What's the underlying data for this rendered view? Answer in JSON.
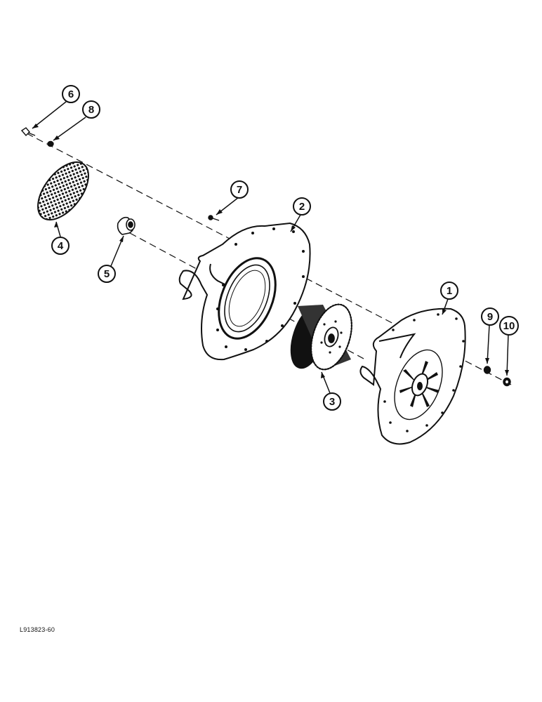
{
  "figure": {
    "reference": "L913823-60"
  },
  "callouts": [
    {
      "id": "callout-1",
      "label": "1"
    },
    {
      "id": "callout-2",
      "label": "2"
    },
    {
      "id": "callout-3",
      "label": "3"
    },
    {
      "id": "callout-4",
      "label": "4"
    },
    {
      "id": "callout-5",
      "label": "5"
    },
    {
      "id": "callout-6",
      "label": "6"
    },
    {
      "id": "callout-7",
      "label": "7"
    },
    {
      "id": "callout-8",
      "label": "8"
    },
    {
      "id": "callout-9",
      "label": "9"
    },
    {
      "id": "callout-10",
      "label": "10"
    }
  ],
  "colors": {
    "ink": "#111111",
    "paper": "#ffffff"
  }
}
